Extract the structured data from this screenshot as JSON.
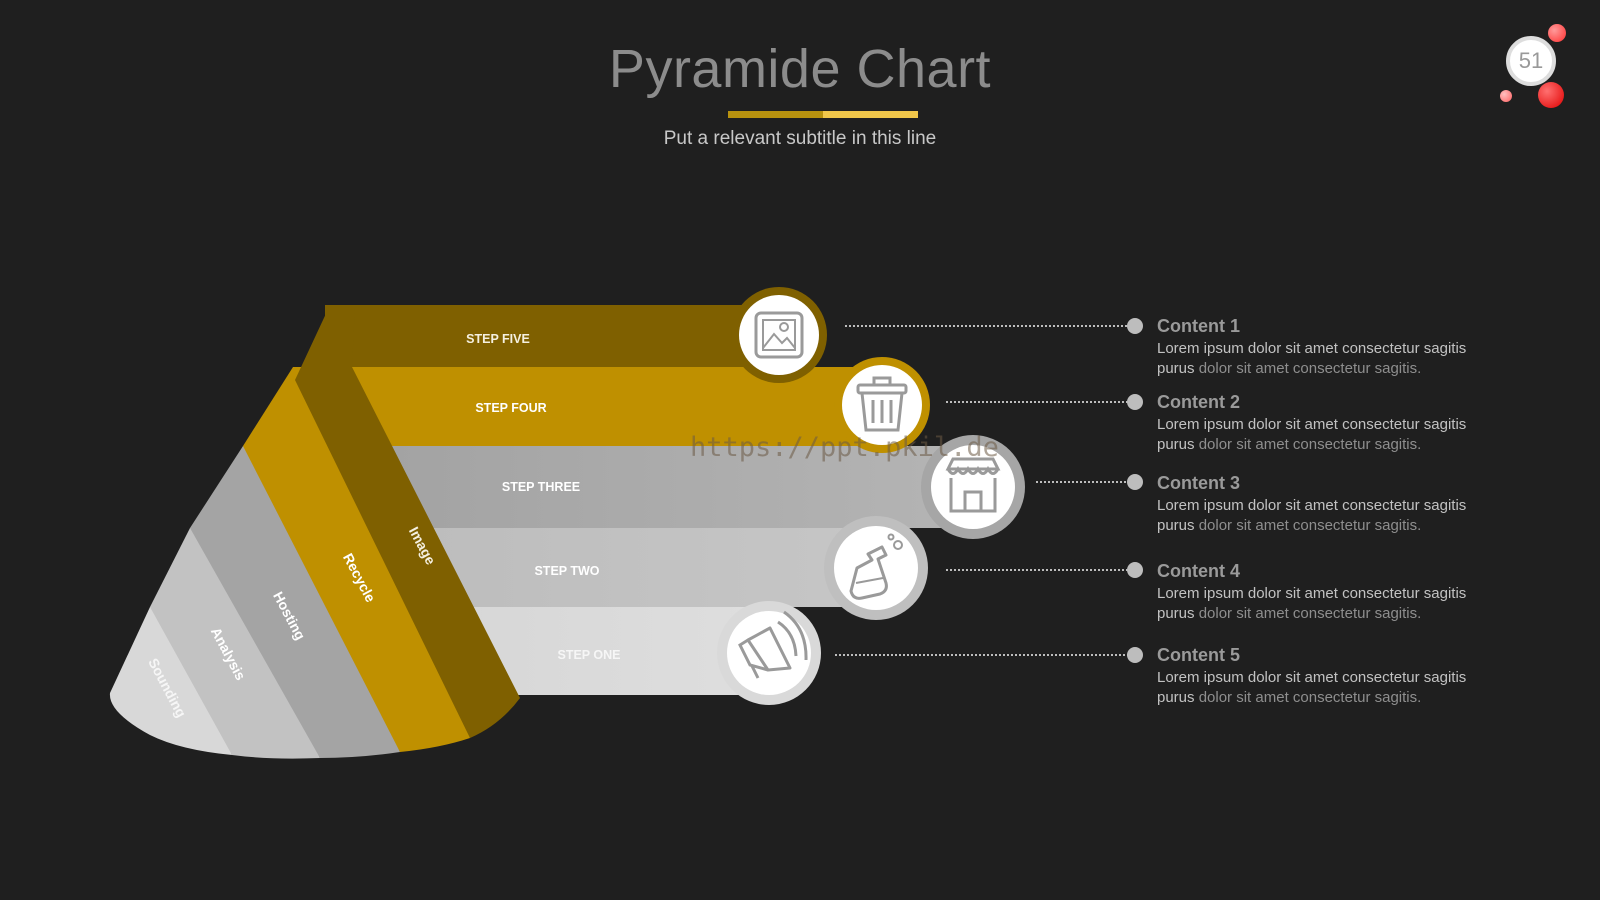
{
  "slide": {
    "title": "Pyramide Chart",
    "subtitle": "Put a relevant subtitle in this line",
    "page_number": "51",
    "watermark": "https://ppt.pkil.de"
  },
  "colors": {
    "background": "#1f1f1f",
    "dark_gold": "#7f6000",
    "gold": "#bf9000",
    "gray_dark": "#a6a6a6",
    "gray_mid": "#bfbfbf",
    "gray_light": "#d9d9d9",
    "accent_red": "#ff3030"
  },
  "steps": [
    {
      "label": "STEP FIVE",
      "side_label": "Image",
      "icon": "image-icon"
    },
    {
      "label": "STEP FOUR",
      "side_label": "Recycle",
      "icon": "trash-icon"
    },
    {
      "label": "STEP THREE",
      "side_label": "Hosting",
      "icon": "store-icon"
    },
    {
      "label": "STEP TWO",
      "side_label": "Analysis",
      "icon": "flask-icon"
    },
    {
      "label": "STEP ONE",
      "side_label": "Sounding",
      "icon": "megaphone-icon"
    }
  ],
  "contents": [
    {
      "heading": "Content 1",
      "line1": "Lorem ipsum dolor sit amet consectetur sagitis",
      "line2_strong": "purus",
      "line2_rest": " dolor sit amet consectetur sagitis."
    },
    {
      "heading": "Content 2",
      "line1": "Lorem ipsum dolor sit amet consectetur sagitis",
      "line2_strong": "purus",
      "line2_rest": " dolor sit amet consectetur sagitis."
    },
    {
      "heading": "Content 3",
      "line1": "Lorem ipsum dolor sit amet consectetur sagitis",
      "line2_strong": "purus",
      "line2_rest": " dolor sit amet consectetur sagitis."
    },
    {
      "heading": "Content 4",
      "line1": "Lorem ipsum dolor sit amet consectetur sagitis",
      "line2_strong": "purus",
      "line2_rest": " dolor sit amet consectetur sagitis."
    },
    {
      "heading": "Content 5",
      "line1": "Lorem ipsum dolor sit amet consectetur sagitis",
      "line2_strong": "purus",
      "line2_rest": " dolor sit amet consectetur sagitis."
    }
  ]
}
